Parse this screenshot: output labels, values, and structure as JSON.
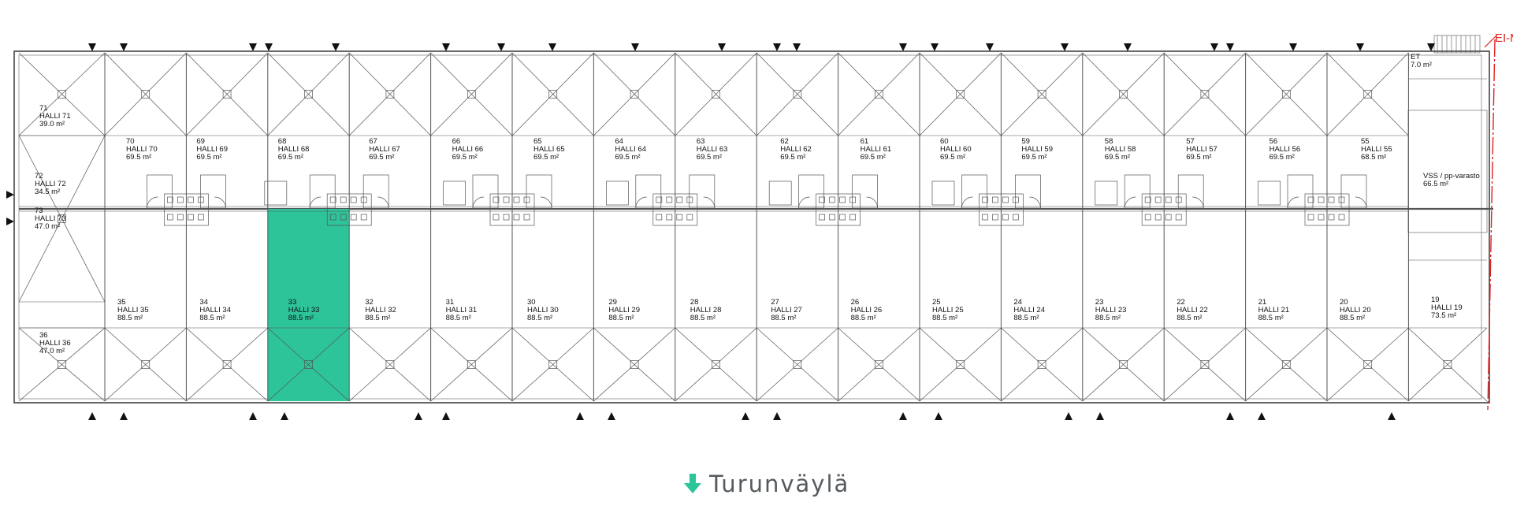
{
  "units_top": [
    {
      "num": "70",
      "name": "HALLI 70",
      "area": "69.5 m²"
    },
    {
      "num": "69",
      "name": "HALLI 69",
      "area": "69.5 m²"
    },
    {
      "num": "68",
      "name": "HALLI 68",
      "area": "69.5 m²"
    },
    {
      "num": "67",
      "name": "HALLI 67",
      "area": "69.5 m²"
    },
    {
      "num": "66",
      "name": "HALLI 66",
      "area": "69.5 m²"
    },
    {
      "num": "65",
      "name": "HALLI 65",
      "area": "69.5 m²"
    },
    {
      "num": "64",
      "name": "HALLI 64",
      "area": "69.5 m²"
    },
    {
      "num": "63",
      "name": "HALLI 63",
      "area": "69.5 m²"
    },
    {
      "num": "62",
      "name": "HALLI 62",
      "area": "69.5 m²"
    },
    {
      "num": "61",
      "name": "HALLI 61",
      "area": "69.5 m²"
    },
    {
      "num": "60",
      "name": "HALLI 60",
      "area": "69.5 m²"
    },
    {
      "num": "59",
      "name": "HALLI 59",
      "area": "69.5 m²"
    },
    {
      "num": "58",
      "name": "HALLI 58",
      "area": "69.5 m²"
    },
    {
      "num": "57",
      "name": "HALLI 57",
      "area": "69.5 m²"
    },
    {
      "num": "56",
      "name": "HALLI 56",
      "area": "69.5 m²"
    },
    {
      "num": "55",
      "name": "HALLI 55",
      "area": "68.5 m²"
    }
  ],
  "units_bottom": [
    {
      "num": "35",
      "name": "HALLI 35",
      "area": "88.5 m²"
    },
    {
      "num": "34",
      "name": "HALLI 34",
      "area": "88.5 m²"
    },
    {
      "num": "33",
      "name": "HALLI 33",
      "area": "88.5 m²",
      "highlighted": true
    },
    {
      "num": "32",
      "name": "HALLI 32",
      "area": "88.5 m²"
    },
    {
      "num": "31",
      "name": "HALLI 31",
      "area": "88.5 m²"
    },
    {
      "num": "30",
      "name": "HALLI 30",
      "area": "88.5 m²"
    },
    {
      "num": "29",
      "name": "HALLI 29",
      "area": "88.5 m²"
    },
    {
      "num": "28",
      "name": "HALLI 28",
      "area": "88.5 m²"
    },
    {
      "num": "27",
      "name": "HALLI 27",
      "area": "88.5 m²"
    },
    {
      "num": "26",
      "name": "HALLI 26",
      "area": "88.5 m²"
    },
    {
      "num": "25",
      "name": "HALLI 25",
      "area": "88.5 m²"
    },
    {
      "num": "24",
      "name": "HALLI 24",
      "area": "88.5 m²"
    },
    {
      "num": "23",
      "name": "HALLI 23",
      "area": "88.5 m²"
    },
    {
      "num": "22",
      "name": "HALLI 22",
      "area": "88.5 m²"
    },
    {
      "num": "21",
      "name": "HALLI 21",
      "area": "88.5 m²"
    },
    {
      "num": "20",
      "name": "HALLI 20",
      "area": "88.5 m²"
    }
  ],
  "units_left": [
    {
      "num": "71",
      "name": "HALLI 71",
      "area": "39.0 m²"
    },
    {
      "num": "72",
      "name": "HALLI 72",
      "area": "34.5 m²"
    },
    {
      "num": "73",
      "name": "HALLI 73",
      "area": "47.0 m²"
    },
    {
      "num": "36",
      "name": "HALLI 36",
      "area": "47.0 m²"
    }
  ],
  "units_right": [
    {
      "num": "ET",
      "name": "",
      "area": "7.0 m²"
    },
    {
      "num": "",
      "name": "VSS / pp-varasto",
      "area": "66.5 m²"
    },
    {
      "num": "19",
      "name": "HALLI 19",
      "area": "73.5 m²"
    }
  ],
  "edge_label": "EI-M",
  "street": {
    "label": "Turunväylä",
    "icon": "arrow-down-icon"
  },
  "colors": {
    "highlight": "#2ec49a",
    "arrow": "#2ec49a",
    "wall": "#444444",
    "edge": "#e02020"
  }
}
